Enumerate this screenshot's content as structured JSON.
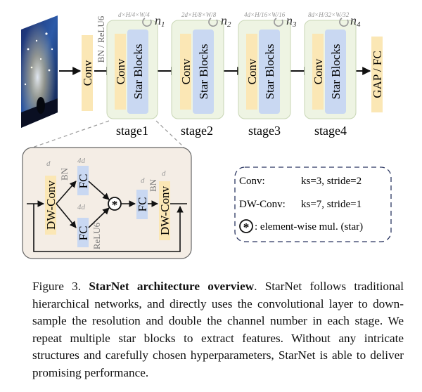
{
  "figure": {
    "input_conv": "Conv",
    "bn_relu6": "BN / ReLU6",
    "gap_fc": "GAP / FC",
    "stages": [
      {
        "conv": "Conv",
        "block": "Star Blocks",
        "dim_prefix": "d",
        "dim_h": "H",
        "dim_h_den": "4",
        "dim_w": "W",
        "dim_w_den": "4",
        "repeat_base": "n",
        "repeat_sub": "1",
        "label": "stage1"
      },
      {
        "conv": "Conv",
        "block": "Star Blocks",
        "dim_prefix": "2d",
        "dim_h": "H",
        "dim_h_den": "8",
        "dim_w": "W",
        "dim_w_den": "8",
        "repeat_base": "n",
        "repeat_sub": "2",
        "label": "stage2"
      },
      {
        "conv": "Conv",
        "block": "Star Blocks",
        "dim_prefix": "4d",
        "dim_h": "H",
        "dim_h_den": "16",
        "dim_w": "W",
        "dim_w_den": "16",
        "repeat_base": "n",
        "repeat_sub": "3",
        "label": "stage3"
      },
      {
        "conv": "Conv",
        "block": "Star Blocks",
        "dim_prefix": "8d",
        "dim_h": "H",
        "dim_h_den": "32",
        "dim_w": "W",
        "dim_w_den": "32",
        "repeat_base": "n",
        "repeat_sub": "4",
        "label": "stage4"
      }
    ],
    "star_block": {
      "dwconv1": "DW-Conv",
      "bn": "BN",
      "dwconv1_dim": "d",
      "fc1": "FC",
      "fc1_dim": "4d",
      "fc2": "FC",
      "fc2_dim": "4d",
      "relu6": "ReLU6",
      "star_symbol": "*",
      "fc3": "FC",
      "fc3_dim": "d",
      "bn2": "BN",
      "dwconv2": "DW-Conv",
      "dwconv2_dim": "d"
    },
    "legend": {
      "conv_key": "Conv:",
      "conv_val": "ks=3, stride=2",
      "dw_key": "DW-Conv:",
      "dw_val": "ks=7, stride=1",
      "star_symbol": "*",
      "star_val": ": element-wise mul. (star)"
    }
  },
  "caption": {
    "prefix": "Figure 3. ",
    "title": "StarNet architecture overview",
    "body": ". StarNet follows traditional hierarchical networks, and directly uses the convolutional layer to down-sample the resolution and double the channel number in each stage. We repeat multiple star blocks to extract features. Without any intricate structures and carefully chosen hyperparameters, StarNet is able to deliver promising performance."
  },
  "colors": {
    "conv_fill": "#fbe7b5",
    "block_fill": "#c9d8f2",
    "stage_fill": "#eef4e3",
    "detail_fill": "#f4ede5",
    "gray_text": "#9a9a9a"
  }
}
